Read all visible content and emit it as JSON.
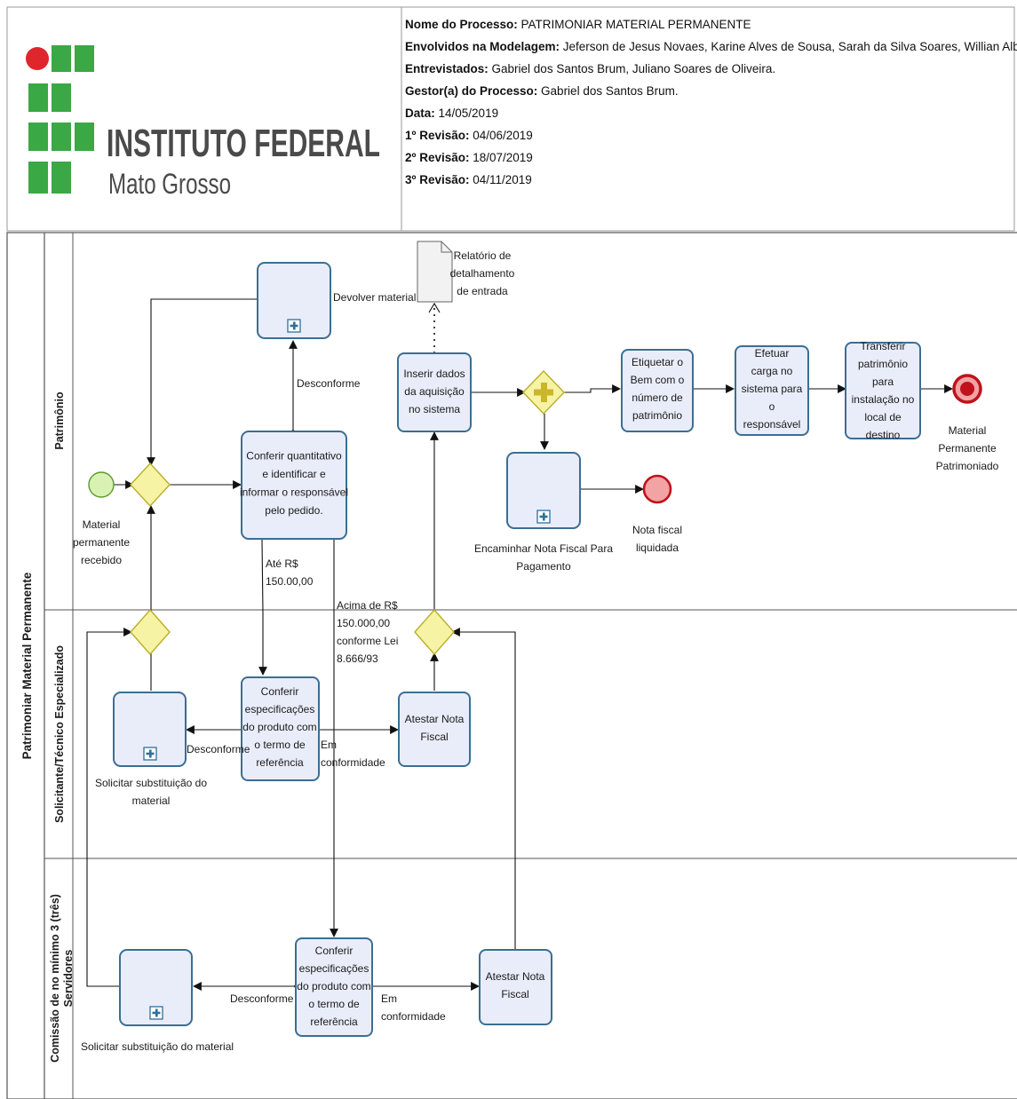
{
  "header": {
    "logo_title": "INSTITUTO FEDERAL",
    "logo_subtitle": "Mato Grosso",
    "lines": [
      {
        "label": "Nome do Processo:",
        "value": "PATRIMONIAR MATERIAL PERMANENTE"
      },
      {
        "label": "Envolvidos na Modelagem:",
        "value": "Jeferson de Jesus Novaes, Karine Alves de Sousa, Sarah da Silva Soares, Willian Alberti."
      },
      {
        "label": "Entrevistados:",
        "value": "Gabriel dos Santos Brum, Juliano Soares de Oliveira."
      },
      {
        "label": "Gestor(a) do Processo:",
        "value": "Gabriel dos Santos Brum."
      },
      {
        "label": "Data:",
        "value": "14/05/2019"
      },
      {
        "label": "1º Revisão:",
        "value": "04/06/2019"
      },
      {
        "label": "2º Revisão:",
        "value": "18/07/2019"
      },
      {
        "label": "3º Revisão:",
        "value": "04/11/2019"
      }
    ]
  },
  "pool": {
    "name": "Patrimoniar Material Permanente",
    "lanes": [
      "Patrimônio",
      "Solicitante/Técnico Especializado",
      "Comissão de no mínimo 3 (três) Servidores"
    ]
  },
  "tasks": {
    "devolver": "",
    "devolver_label": "Devolver material",
    "conferir_quant": "Conferir quantitativo e identificar e informar o responsável pelo pedido.",
    "inserir": "Inserir dados da aquisição no sistema",
    "etiquetar": "Etiquetar o Bem com o número de patrimônio",
    "efetuar": "Efetuar carga no sistema para o responsável",
    "transferir": "Transferir patrimônio para instalação no local de destino",
    "encaminhar_label": "Encaminhar Nota Fiscal Para Pagamento",
    "solicitar1_label": "Solicitar substituição do material",
    "conferir_esp1": "Conferir especificações do produto com o termo de referência",
    "atestar1": "Atestar Nota Fiscal",
    "solicitar2_label": "Solicitar substituição do material",
    "conferir_esp2": "Conferir especificações do produto com o termo de referência",
    "atestar2": "Atestar Nota Fiscal"
  },
  "events": {
    "start": "Material permanente recebido",
    "end1": "Material Permanente Patrimoniado",
    "end2": "Nota fiscal liquidada"
  },
  "artifacts": {
    "relatorio": "Relatório de detalhamento de entrada"
  },
  "flow_labels": {
    "desconforme_top": "Desconforme",
    "ate": "Até R$ 150.00,00",
    "acima": "Acima de R$ 150.000,00 conforme Lei 8.666/93",
    "desconforme_mid": "Desconforme",
    "em_conf_mid": "Em conformidade",
    "desconforme_bot": "Desconforme",
    "em_conf_bot": "Em conformidade"
  },
  "colors": {
    "task_fill": "#e9edf9",
    "task_stroke": "#3b6e93",
    "gateway_fill": "#f7f3a4",
    "gateway_stroke": "#b8ae2a",
    "start_fill": "#d9f2b4",
    "end_fill": "#f2a3a3",
    "logo_green": "#3aa845",
    "logo_red": "#e0262d"
  }
}
